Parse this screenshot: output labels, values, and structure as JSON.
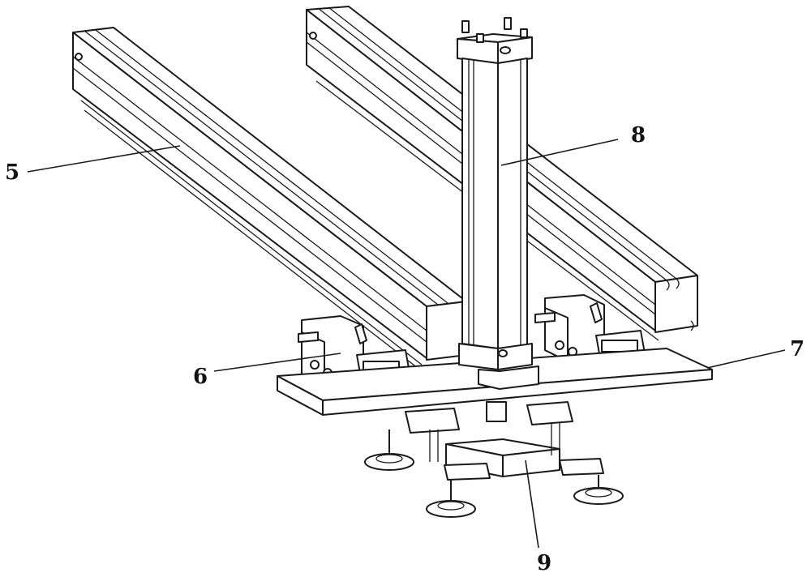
{
  "callouts": {
    "c5": "5",
    "c6": "6",
    "c7": "7",
    "c8": "8",
    "c9": "9"
  },
  "colors": {
    "line": "#1a1a1a",
    "background": "#ffffff"
  }
}
